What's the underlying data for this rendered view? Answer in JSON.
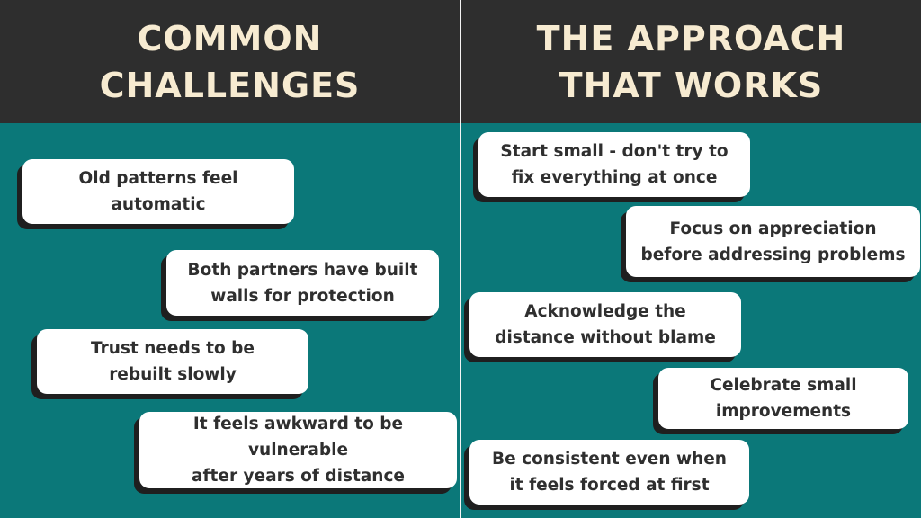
{
  "left_panel": {
    "title": "COMMON\nCHALLENGES",
    "items": [
      "Old patterns feel\nautomatic",
      "Both partners have built\nwalls for protection",
      "Trust needs to be\nrebuilt slowly",
      "It feels awkward to be vulnerable\nafter years of distance"
    ]
  },
  "right_panel": {
    "title": "THE APPROACH\nTHAT WORKS",
    "items": [
      "Start small - don't try to\nfix everything at once",
      "Focus on appreciation\nbefore addressing problems",
      "Acknowledge the\ndistance without blame",
      "Celebrate small\nimprovements",
      "Be consistent even when\nit feels forced at first"
    ]
  },
  "colors": {
    "header_background": "#2e2e2e",
    "header_text": "#f7ebd1",
    "panel_background": "#0b7879",
    "card_background": "#ffffff",
    "card_shadow": "#1f1f1f",
    "card_text": "#2f2f2f"
  }
}
